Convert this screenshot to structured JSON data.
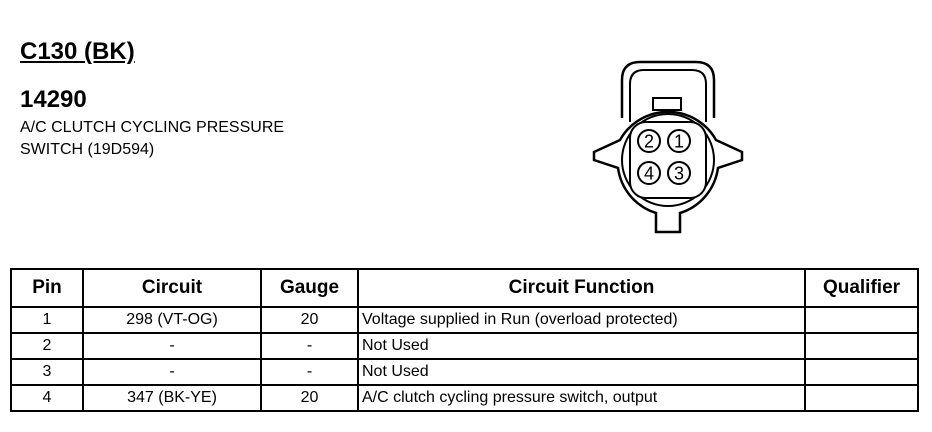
{
  "connector": {
    "id": "C130 (BK)",
    "part_number": "14290",
    "description_lines": [
      "A/C CLUTCH CYCLING PRESSURE",
      "SWITCH (19D594)"
    ]
  },
  "face_pins": [
    "2",
    "1",
    "4",
    "3"
  ],
  "table": {
    "headers": [
      "Pin",
      "Circuit",
      "Gauge",
      "Circuit Function",
      "Qualifier"
    ],
    "rows": [
      {
        "pin": "1",
        "circuit": "298 (VT-OG)",
        "gauge": "20",
        "function": "Voltage supplied in Run (overload protected)",
        "qualifier": ""
      },
      {
        "pin": "2",
        "circuit": "-",
        "gauge": "-",
        "function": "Not Used",
        "qualifier": ""
      },
      {
        "pin": "3",
        "circuit": "-",
        "gauge": "-",
        "function": "Not Used",
        "qualifier": ""
      },
      {
        "pin": "4",
        "circuit": "347 (BK-YE)",
        "gauge": "20",
        "function": "A/C clutch cycling pressure switch, output",
        "qualifier": ""
      }
    ]
  }
}
